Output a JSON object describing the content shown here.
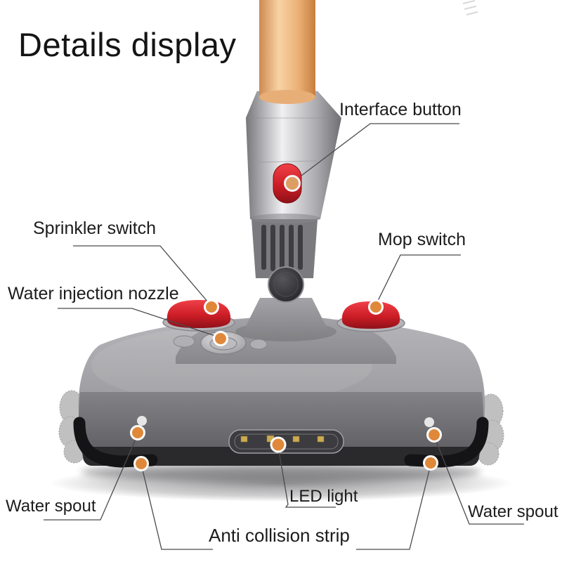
{
  "title": "Details display",
  "callouts": {
    "interface_button": "Interface button",
    "sprinkler_switch": "Sprinkler switch",
    "water_injection_nozzle": "Water injection nozzle",
    "mop_switch": "Mop switch",
    "led_light": "LED light",
    "water_spout_left": "Water spout",
    "water_spout_right": "Water spout",
    "anti_collision_strip": "Anti collision strip"
  },
  "colors": {
    "label_text": "#1c1c1c",
    "callout_line": "#4a4a4e",
    "marker_orange": "#e0883a",
    "indicator_white": "#e6e6e6",
    "button_red": "#d6242c",
    "pole_orange": "#f0bd8d",
    "body_silver": "#9a9a9e",
    "strip_black": "#17171a",
    "led_contact_gold": "#cbaa52"
  }
}
